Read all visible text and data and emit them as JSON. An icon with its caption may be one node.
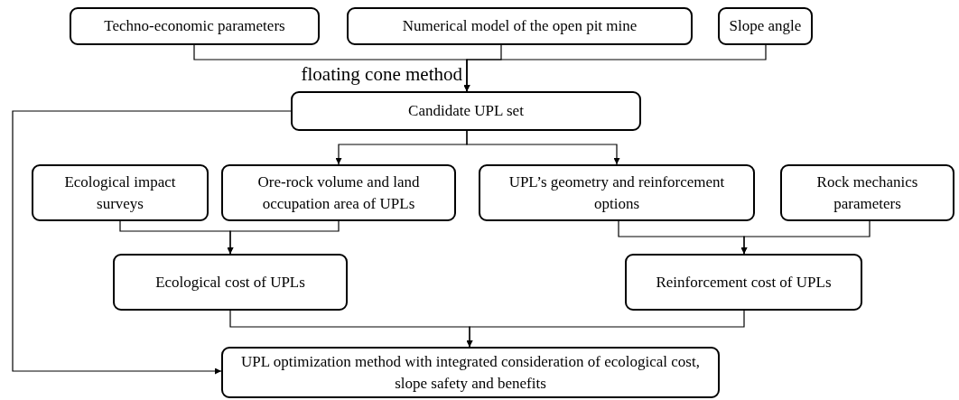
{
  "diagram": {
    "nodes": [
      {
        "text": [
          "Techno-economic parameters"
        ]
      },
      {
        "text": [
          "Numerical model of the open pit mine"
        ]
      },
      {
        "text": [
          "Slope angle"
        ]
      },
      {
        "text": [
          "Candidate UPL set"
        ]
      },
      {
        "text": [
          "Ecological impact surveys"
        ]
      },
      {
        "text": [
          "Ore-rock volume and land occupation area of UPLs"
        ]
      },
      {
        "text": [
          "UPL’s geometry and reinforcement options"
        ]
      },
      {
        "text": [
          "Rock mechanics parameters"
        ]
      },
      {
        "text": [
          "Ecological cost of UPLs"
        ]
      },
      {
        "text": [
          "Reinforcement cost of UPLs"
        ]
      },
      {
        "text": [
          "UPL optimization method with integrated consideration of ecological cost, slope safety and benefits"
        ]
      }
    ],
    "edges": [
      {
        "from": 0,
        "to": 3,
        "arrow": "to"
      },
      {
        "from": 1,
        "to": 3,
        "arrow": "to",
        "label": "floating cone method"
      },
      {
        "from": 2,
        "to": 3,
        "arrow": "to"
      },
      {
        "from": 3,
        "to": 5,
        "arrow": "to"
      },
      {
        "from": 3,
        "to": 6,
        "arrow": "to"
      },
      {
        "from": 3,
        "to": 10,
        "arrow": "to"
      },
      {
        "from": 4,
        "to": 8,
        "arrow": "to"
      },
      {
        "from": 5,
        "to": 8,
        "arrow": "to"
      },
      {
        "from": 6,
        "to": 9,
        "arrow": "to"
      },
      {
        "from": 7,
        "to": 9,
        "arrow": "to"
      },
      {
        "from": 8,
        "to": 10,
        "arrow": "to"
      },
      {
        "from": 9,
        "to": 10,
        "arrow": "to"
      }
    ]
  }
}
